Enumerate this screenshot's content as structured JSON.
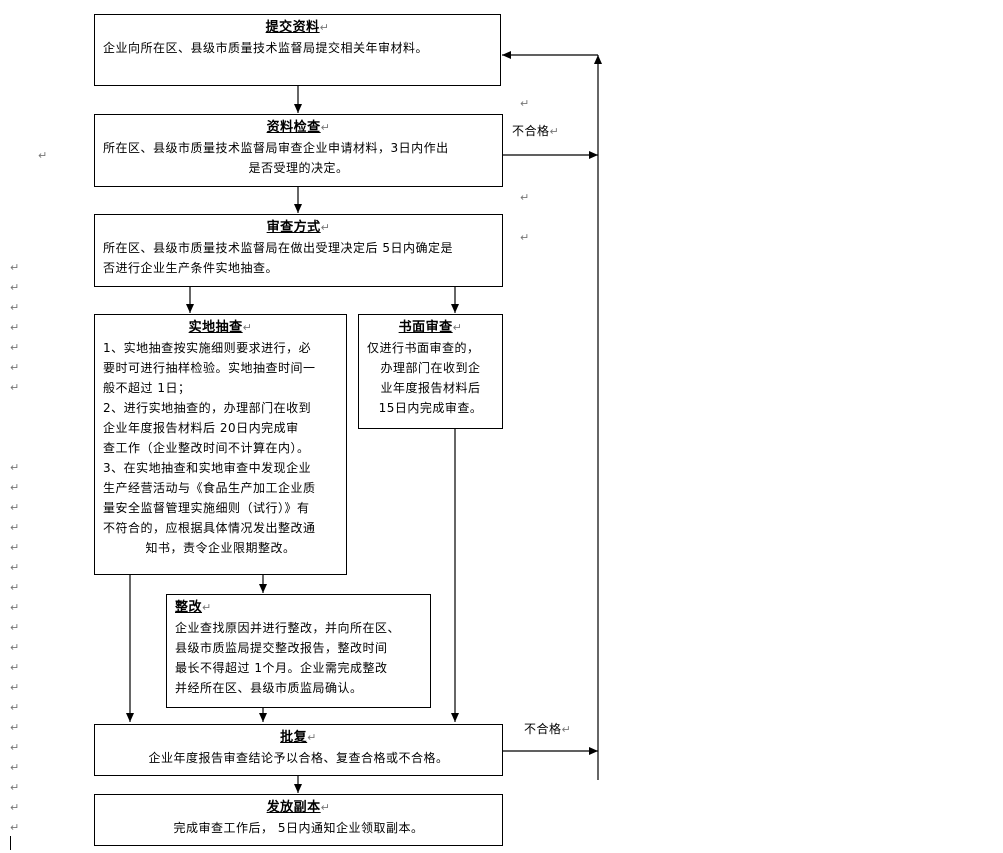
{
  "para_mark": "↵",
  "nodes": {
    "submit": {
      "title": "提交资料",
      "lines": [
        "企业向所在区、县级市质量技术监督局提交相关年审材料。"
      ]
    },
    "check": {
      "title": "资料检查",
      "lines": [
        "所在区、县级市质量技术监督局审查企业申请材料，3日内作出",
        "是否受理的决定。"
      ]
    },
    "method": {
      "title": "审查方式",
      "lines": [
        "所在区、县级市质量技术监督局在做出受理决定后 5日内确定是",
        "否进行企业生产条件实地抽查。"
      ]
    },
    "onsite": {
      "title": "实地抽查",
      "lines": [
        "1、实地抽查按实施细则要求进行，必",
        "要时可进行抽样检验。实地抽查时间一",
        "般不超过 1日；",
        "2、进行实地抽查的，办理部门在收到",
        "企业年度报告材料后  20日内完成审",
        "查工作（企业整改时间不计算在内）。",
        "3、在实地抽查和实地审查中发现企业",
        "生产经营活动与《食品生产加工企业质",
        "量安全监督管理实施细则（试行）》有",
        "不符合的，应根据具体情况发出整改通",
        "知书，责令企业限期整改。"
      ]
    },
    "written": {
      "title": "书面审查",
      "lines": [
        "仅进行书面审查的，",
        "办理部门在收到企",
        "业年度报告材料后",
        "15日内完成审查。"
      ]
    },
    "rectify": {
      "title": "整改",
      "lines": [
        "企业查找原因并进行整改，并向所在区、",
        "县级市质监局提交整改报告，整改时间",
        "最长不得超过 1个月。企业需完成整改",
        "并经所在区、县级市质监局确认。"
      ]
    },
    "approve": {
      "title": "批复",
      "lines": [
        "企业年度报告审查结论予以合格、复查合格或不合格。"
      ]
    },
    "issue": {
      "title": "发放副本",
      "lines": [
        "完成审查工作后，  5日内通知企业领取副本。"
      ]
    }
  },
  "edge_labels": {
    "check_fail": "不合格",
    "approve_fail": "不合格"
  }
}
